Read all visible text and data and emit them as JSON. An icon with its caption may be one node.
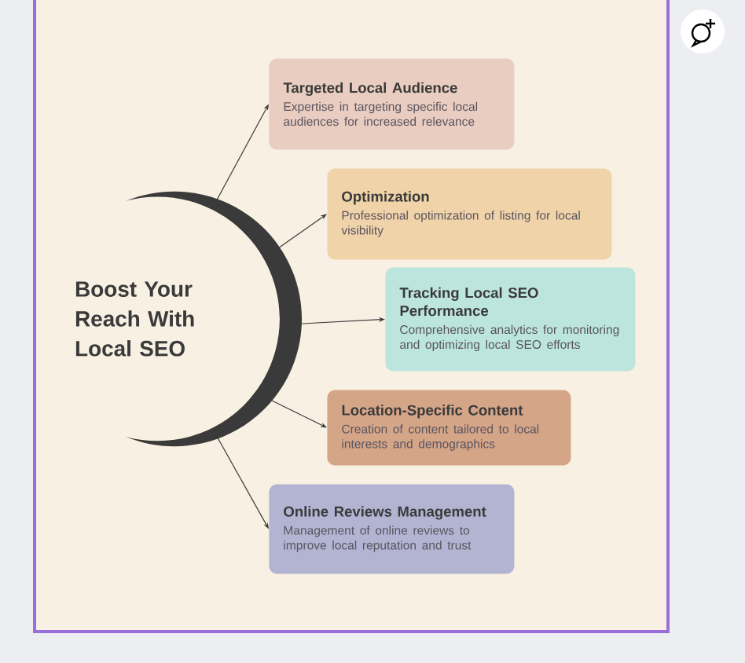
{
  "diagram": {
    "title": "Boost Your Reach With Local SEO",
    "nodes": [
      {
        "text": [],
        "shape": "arc"
      },
      {
        "text": [
          "Targeted Local Audience",
          "Expertise in targeting specific local audiences for increased relevance"
        ]
      },
      {
        "text": [
          "Optimization",
          "Professional optimization of listing for local visibility"
        ]
      },
      {
        "text": [
          "Tracking Local SEO Performance",
          "Comprehensive analytics for monitoring and optimizing local SEO efforts"
        ]
      },
      {
        "text": [
          "Location-Specific Content",
          "Creation of content tailored to local interests and demographics"
        ]
      },
      {
        "text": [
          "Online Reviews Management",
          "Management of online reviews to improve local reputation and trust"
        ]
      }
    ],
    "edges": [
      {
        "from": 0,
        "to": 1,
        "arrow": "to"
      },
      {
        "from": 0,
        "to": 2,
        "arrow": "to"
      },
      {
        "from": 0,
        "to": 3,
        "arrow": "to"
      },
      {
        "from": 0,
        "to": 4,
        "arrow": "to"
      },
      {
        "from": 0,
        "to": 5,
        "arrow": "to"
      }
    ]
  }
}
